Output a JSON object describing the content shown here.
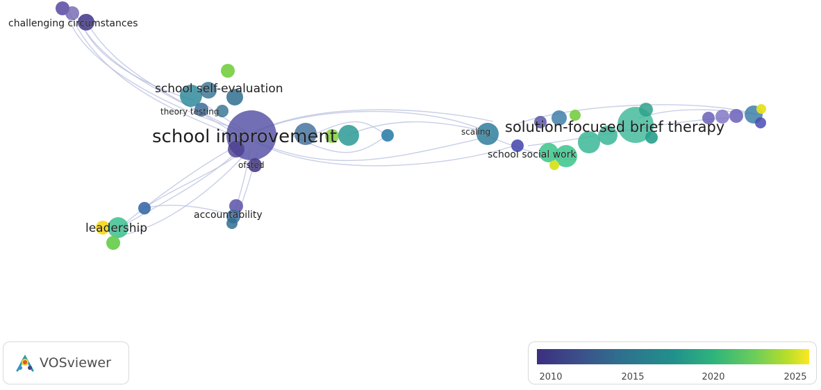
{
  "network": {
    "nodes": [
      {
        "id": "challenging_circumstances",
        "label": "challenging circumstances",
        "color": "#4a3f8f",
        "size": "small",
        "labeled": true
      },
      {
        "id": "school_improvement",
        "label": "school improvement",
        "color": "#5a56a8",
        "size": "xlarge",
        "labeled": true
      },
      {
        "id": "school_self_evaluation",
        "label": "school self-evaluation",
        "color": "#2f8a9a",
        "size": "medium",
        "labeled": true
      },
      {
        "id": "theory_testing",
        "label": "theory testing",
        "color": "#3b6a99",
        "size": "small",
        "labeled": true
      },
      {
        "id": "ofsted",
        "label": "ofsted",
        "color": "#4a3c86",
        "size": "small",
        "labeled": true
      },
      {
        "id": "leadership",
        "label": "leadership",
        "color": "#3bbf8f",
        "size": "medium",
        "labeled": true
      },
      {
        "id": "accountability",
        "label": "accountability",
        "color": "#4a4c98",
        "size": "small",
        "labeled": true
      },
      {
        "id": "scaling",
        "label": "scaling",
        "color": "#2e7e9b",
        "size": "small",
        "labeled": true
      },
      {
        "id": "solution_focused_brief_therapy",
        "label": "solution-focused brief therapy",
        "color": "#39b797",
        "size": "large",
        "labeled": true
      },
      {
        "id": "school_social_work",
        "label": "school social work",
        "color": "#3ac489",
        "size": "medium",
        "labeled": true
      }
    ]
  },
  "logo": {
    "text": "VOSviewer"
  },
  "legend": {
    "ticks": [
      "2010",
      "2015",
      "2020",
      "2025"
    ]
  },
  "colors": {
    "edge": "#b6bede",
    "early": "#3b2f80",
    "mid": "#21908c",
    "late": "#fde725"
  }
}
